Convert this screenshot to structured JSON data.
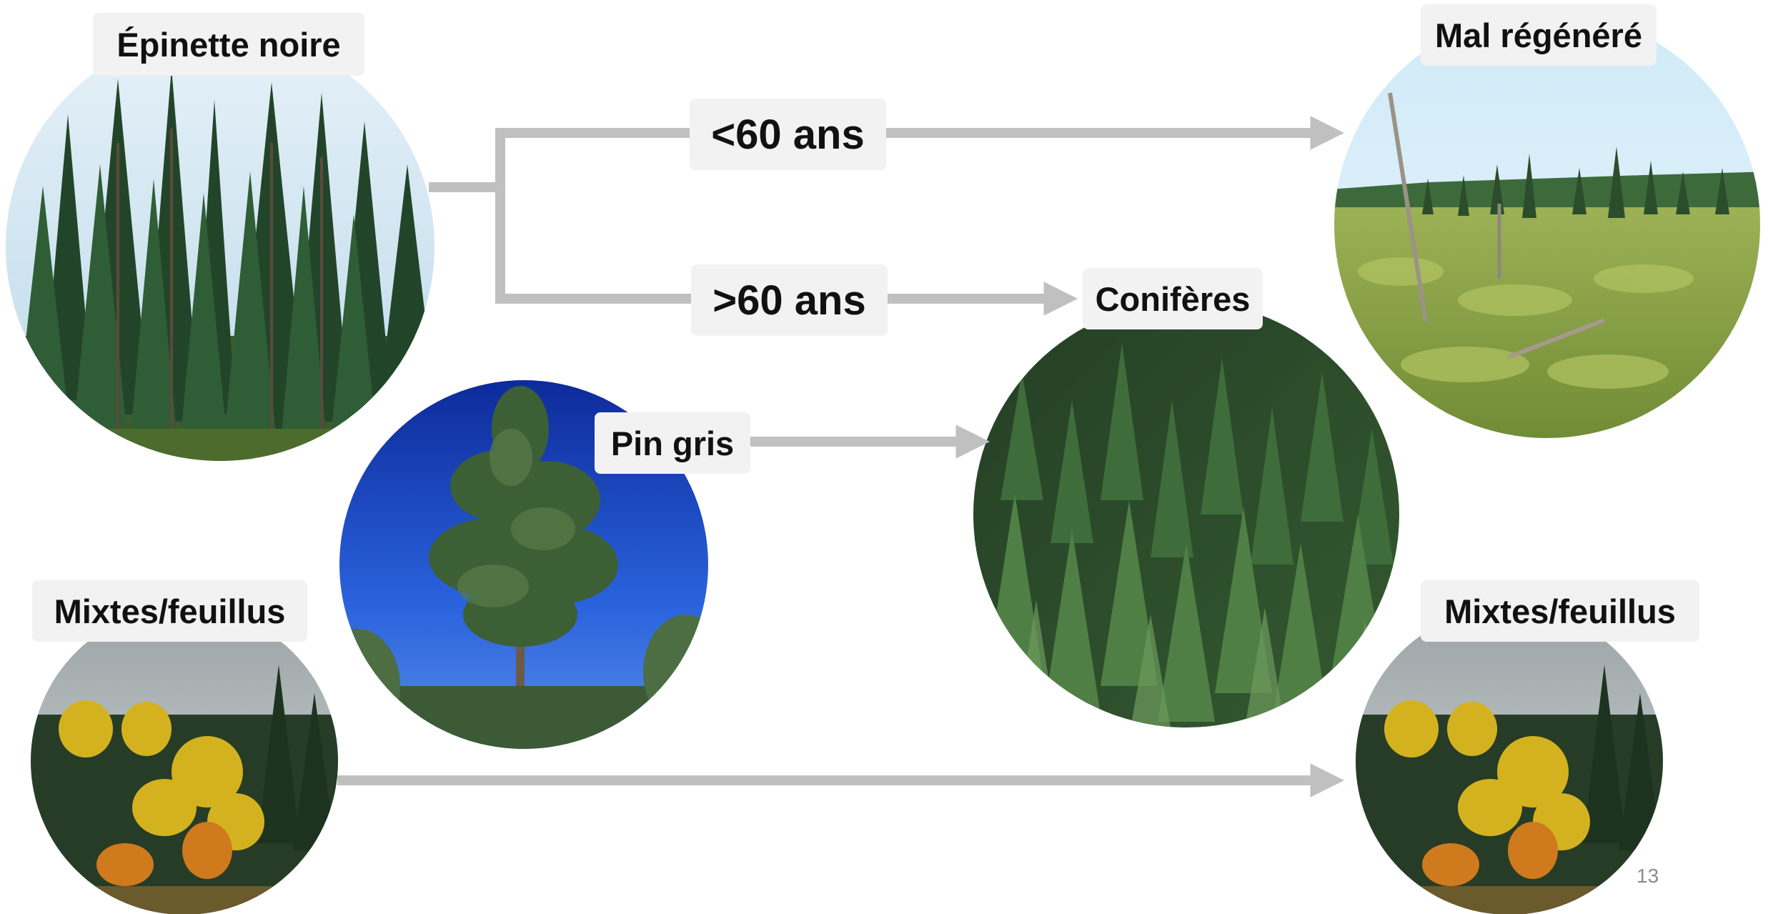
{
  "labels": {
    "black_spruce": "Épinette noire",
    "under_60": "<60 ans",
    "over_60": ">60 ans",
    "poorly_regenerated": "Mal régénéré",
    "conifers": "Conifères",
    "jack_pine": "Pin gris",
    "mixed_left": "Mixtes/feuillus",
    "mixed_right": "Mixtes/feuillus"
  },
  "page_number": "13",
  "colors": {
    "arrow": "#c0c0c0",
    "label_bg": "#f2f2f2",
    "sky": "#cfe6f3",
    "deep_sky": "#1f4fd0",
    "spruce_dark": "#1e3d22",
    "spruce_mid": "#2f5a32",
    "meadow": "#8aa048",
    "autumn_yellow": "#d8b320",
    "autumn_orange": "#d07f1c"
  }
}
